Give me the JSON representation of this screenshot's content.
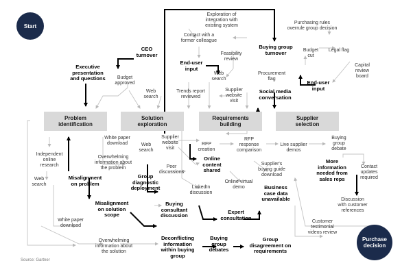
{
  "start": "Start",
  "end": "Purchase\ndecision",
  "source": "Source: Gartner",
  "stages": {
    "problem": "Problem\nidentification",
    "solution": "Solution\nexploration",
    "requirements": "Requirements\nbuilding",
    "supplier": "Supplier\nselection"
  },
  "bold": {
    "ceo": "CEO\nturnover",
    "exec": "Executive\npresentation\nand questions",
    "enduser1": "End-user\ninput",
    "buyinggroup": "Buying group\nturnover",
    "enduser2": "End-user\ninput",
    "social": "Social media\nconversation",
    "online": "Online\ncontent\nshared",
    "misprob": "Misalignment\non problem",
    "group_diag": "Group\ndiagnostic\ndeployment",
    "mis_scope": "Misalignment\non solution\nscope",
    "buying_consultant": "Buying\nconsultant\ndiscussion",
    "expert": "Expert\nconsultation",
    "biz_case": "Business\ncase data\nunavailable",
    "more_info": "More\ninformation\nneeded from\nsales reps",
    "deconflict": "Deconflicting\ninformation\nwithin buying\ngroup",
    "bg_debates": "Buying\ngroup\ndebates",
    "group_disagree": "Group\ndisagreement on\nrequirements"
  },
  "labels": {
    "exploration": "Exploration of\nintegration with\nexisting system",
    "purchasing_rules": "Purchasing rules\noverrule group decision",
    "contact": "Contact with a\nformer colleague",
    "feasibility": "Feasibility\nreview",
    "budget_cut": "Budget\ncut",
    "legal": "Legal flag",
    "capital": "Capital\nreview\nboard",
    "budget_approved": "Budget\napproved",
    "web_search1": "Web\nsearch",
    "procurement": "Procurement\nflag",
    "web_search2": "Web\nsearch",
    "trends": "Trends report\nreviewed",
    "supplier_visit1": "Supplier\nwebsite\nvisit",
    "white_paper1": "White paper\ndownload",
    "supplier_visit2": "Supplier\nwebsite\nvisit",
    "rfp_creation": "RFP\ncreation",
    "rfp_response": "RFP\nresponse\ncomparison",
    "live_demos": "Live supplier\ndemos",
    "bg_debate": "Buying\ngroup\ndebate",
    "independent": "Independent\nonline\nresearch",
    "overwhelming1": "Overwhelming\ninformation about\nthe problem",
    "web_search3": "Web\nsearch",
    "peer": "Peer\ndiscussions",
    "buying_guide": "Supplier's\nbuying guide\ndownload",
    "contact_updates": "Contact\nupdates\nrequired",
    "web_search4": "Web\nsearch",
    "linkedin": "LinkedIn\ndiscussion",
    "virtual_demo": "Online virtual\ndemo",
    "discussion_refs": "Discussion\nwith customer\nreferences",
    "white_paper2": "White paper\ndownload",
    "testimonial": "Customer\ntestimonial\nvideos review",
    "overwhelming2": "Overwhelming\ninformation about\nthe solution"
  }
}
